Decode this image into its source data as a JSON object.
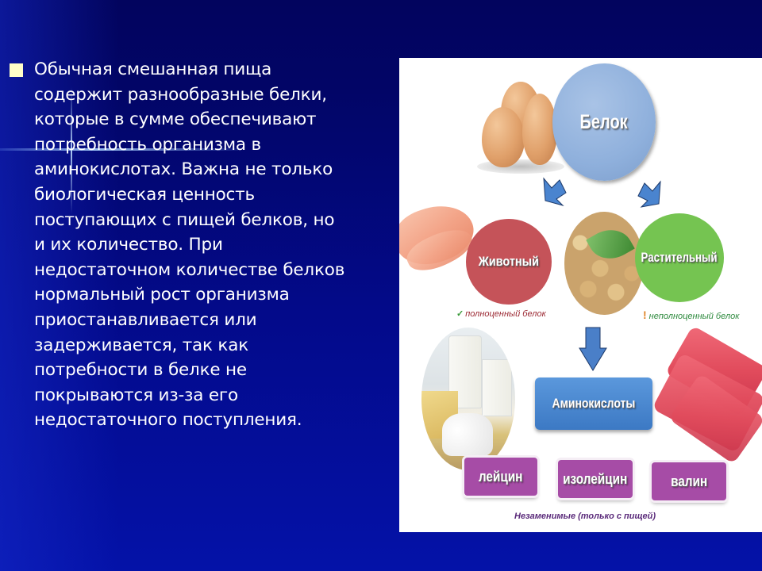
{
  "slide": {
    "background_color": "#020566",
    "bullet_color": "#ffffc8",
    "text_color": "#ffffff",
    "paragraph_lines": [
      "Обычная смешанная пища",
      "содержит разнообразные белки,",
      "которые в сумме обеспечивают",
      "потребность организма в",
      "аминокислотах. Важна не только",
      "биологическая ценность",
      "поступающих с пищей белков, но",
      "и их количество. При",
      "недостаточном количестве белков",
      "нормальный рост организма",
      "приостанавливается или",
      "задерживается, так как",
      "потребности в белке не",
      "покрываются из-за его",
      "недостаточного поступления."
    ]
  },
  "diagram": {
    "root": {
      "label": "Белок",
      "color": "#8fb0dc"
    },
    "branches": [
      {
        "label": "Животный",
        "color": "#c55359",
        "note": "полноценный белок",
        "note_mark": "✓",
        "note_color": "#9c2a34"
      },
      {
        "label": "Растительный",
        "color": "#75c451",
        "note": "неполноценный белок",
        "note_mark": "!",
        "note_color": "#2e8a3e"
      }
    ],
    "result": {
      "label": "Аминокислоты",
      "color": "#3c79c4"
    },
    "amino_acids": [
      {
        "label": "лейцин",
        "color": "#a64ca6"
      },
      {
        "label": "изолейцин",
        "color": "#a64ca6"
      },
      {
        "label": "валин",
        "color": "#a64ca6"
      }
    ],
    "footer_note": "Незаменимые (только с пищей)",
    "images": [
      "eggs",
      "chicken-fillet",
      "soybeans-with-basil",
      "milk-and-dairy",
      "tuna-steak"
    ]
  }
}
